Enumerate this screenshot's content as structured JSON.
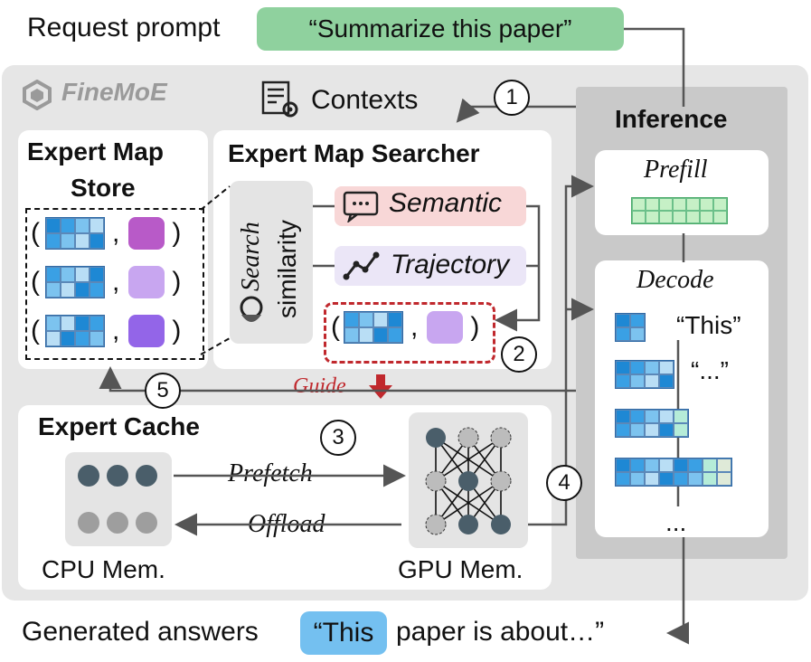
{
  "header": {
    "request_label": "Request prompt",
    "request_text": "“Summarize this paper”"
  },
  "footer": {
    "generated_label": "Generated answers",
    "answer_highlight": "“This",
    "answer_rest": "paper is about…”"
  },
  "system": {
    "name": "FineMoE"
  },
  "contexts": {
    "label": "Contexts"
  },
  "store": {
    "title_line1": "Expert Map",
    "title_line2": "Store",
    "entries": [
      "( ",
      ",",
      ")"
    ]
  },
  "searcher": {
    "title": "Expert Map Searcher",
    "search_word": "Search",
    "similarity_word": "similarity",
    "semantic": "Semantic",
    "trajectory": "Trajectory"
  },
  "inference": {
    "title": "Inference",
    "prefill": "Prefill",
    "decode": "Decode",
    "tokens": [
      "“This”",
      "“...”"
    ],
    "ellipsis": "..."
  },
  "cache": {
    "title": "Expert Cache",
    "prefetch": "Prefetch",
    "offload": "Offload",
    "cpu": "CPU Mem.",
    "gpu": "GPU Mem."
  },
  "guide": "Guide",
  "steps": [
    "1",
    "2",
    "3",
    "4",
    "5"
  ],
  "colors": {
    "green_pill": "#8fd19e",
    "semantic_bg": "#f8d7d7",
    "trajectory_bg": "#ebe6f7",
    "accent_red": "#c0282d",
    "highlight_blue": "#74c0f0"
  }
}
